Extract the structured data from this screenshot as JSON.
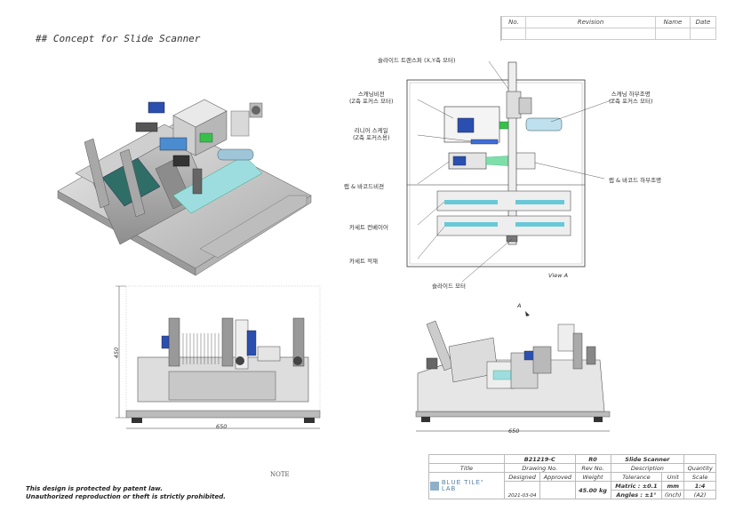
{
  "header": {
    "concept_title": "## Concept for Slide Scanner"
  },
  "revision": {
    "no": "No.",
    "revision": "Revision",
    "name": "Name",
    "date": "Date"
  },
  "top_view": {
    "view_label": "View A",
    "labels": {
      "slide_transfer": "슬라이드 트랜스퍼 (X,Y축 모터)",
      "scan_vision_1": "스캐닝비전",
      "scan_vision_2": "(Z축 포커스 모터)",
      "scan_light_1": "스캐닝 하부조명",
      "scan_light_2": "(Z축 포커스 모터)",
      "linear_scale_1": "리니어 스케일",
      "linear_scale_2": "(Z축 포커스용)",
      "label_vision": "랩 & 바코드비젼",
      "label_light": "랩 & 바코드 하부조명",
      "cassette_conveyor": "카세트 컨베이어",
      "cassette_stack": "카세트 적재",
      "slide_motor": "슬라이드 모터"
    }
  },
  "side_view": {
    "arrow_label": "A"
  },
  "dimensions": {
    "height": "450",
    "width_front": "650",
    "width_side": "650"
  },
  "note": "NOTE",
  "patent": {
    "line1": "This design is protected by patent law.",
    "line2": "Unauthorized reproduction or theft is strictly prohibited."
  },
  "title_block": {
    "drawing_no": "B21219-C",
    "rev": "R0",
    "description": "Slide Scanner",
    "title_label": "Title",
    "drawing_no_label": "Drawing No.",
    "rev_no_label": "Rev No.",
    "description_label": "Description",
    "quantity_label": "Quantity",
    "designed_label": "Designed",
    "approved_label": "Approved",
    "weight_label": "Weight",
    "tolerance_label": "Tolerance",
    "unit_label": "Unit",
    "scale_label": "Scale",
    "weight": "45.00 kg",
    "tolerance_metric": "Matric : ±0.1",
    "tolerance_angle": "Angles : ±1°",
    "unit_mm": "mm",
    "unit_inch": "(inch)",
    "scale": "1:4",
    "scale_sheet": "(A2)",
    "date": "2021-03-04",
    "logo_line1": "BLUE TILE°",
    "logo_line2": "LAB"
  }
}
